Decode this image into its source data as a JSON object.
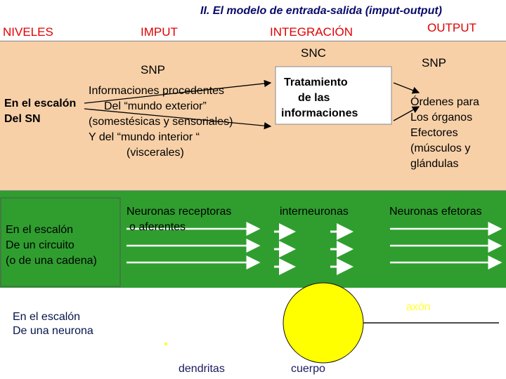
{
  "title": "II. El modelo de entrada-salida (imput-output)",
  "headers": {
    "niveles": "NIVELES",
    "imput": "IMPUT",
    "integracion": "INTEGRACIÓN",
    "output": "OUTPUT"
  },
  "snp_left": "SNP",
  "snc": "SNC",
  "snp_right": "SNP",
  "escalon_sn": [
    "En el escalón",
    "Del  SN"
  ],
  "info_lines": [
    "Informaciones procedentes",
    "Del “mundo exterior”",
    "(somestésicas y sensoriales)",
    "Y del “mundo interior “",
    "(viscerales)"
  ],
  "tratamiento_lines": [
    "Tratamiento",
    "de las",
    "informaciones"
  ],
  "ordenes_lines": [
    "Órdenes para",
    "Los órganos",
    "Efectores",
    "(músculos y",
    "glándulas"
  ],
  "circuito_lines": [
    "En el escalón",
    "De un circuito",
    "(o de una cadena)"
  ],
  "neuronas_receptoras_lines": [
    "Neuronas receptoras",
    "o aferentes"
  ],
  "interneuronas": "interneuronas",
  "neuronas_efetoras": "Neuronas efetoras",
  "neurona_lines": [
    "En el escalón",
    "De una neurona"
  ],
  "axon": "axón",
  "dendritas": "dendritas",
  "cuerpo": "cuerpo",
  "colors": {
    "panel": "#f7d0a8",
    "green": "#2f9e2f",
    "header_red": "#e00000",
    "yellow_circle": "#ffff00"
  }
}
